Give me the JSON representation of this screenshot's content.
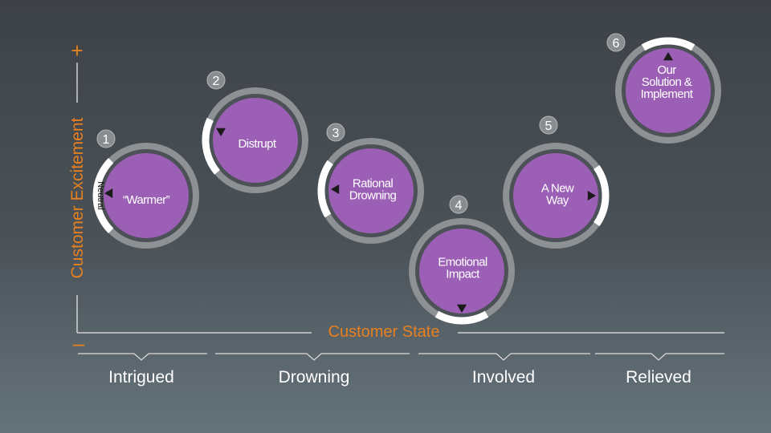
{
  "axes": {
    "y_label": "Customer Excitement",
    "y_plus": "+",
    "y_minus": "–",
    "x_label": "Customer State"
  },
  "stages": [
    {
      "num": "1",
      "lines": [
        "“Warmer”"
      ],
      "note": "Neutral"
    },
    {
      "num": "2",
      "lines": [
        "Distrupt"
      ]
    },
    {
      "num": "3",
      "lines": [
        "Rational",
        "Drowning"
      ]
    },
    {
      "num": "4",
      "lines": [
        "Emotional",
        "Impact"
      ]
    },
    {
      "num": "5",
      "lines": [
        "A New",
        "Way"
      ]
    },
    {
      "num": "6",
      "lines": [
        "Our",
        "Solution &",
        "Implement"
      ]
    }
  ],
  "states": [
    "Intrigued",
    "Drowning",
    "Involved",
    "Relieved"
  ],
  "colors": {
    "accent": "#e8801e",
    "circle_fill": "#9b5fb5",
    "ring": "#8e9194",
    "ring_inner": "#4b5156",
    "highlight": "#ffffff",
    "badge": "#8a8d90"
  }
}
